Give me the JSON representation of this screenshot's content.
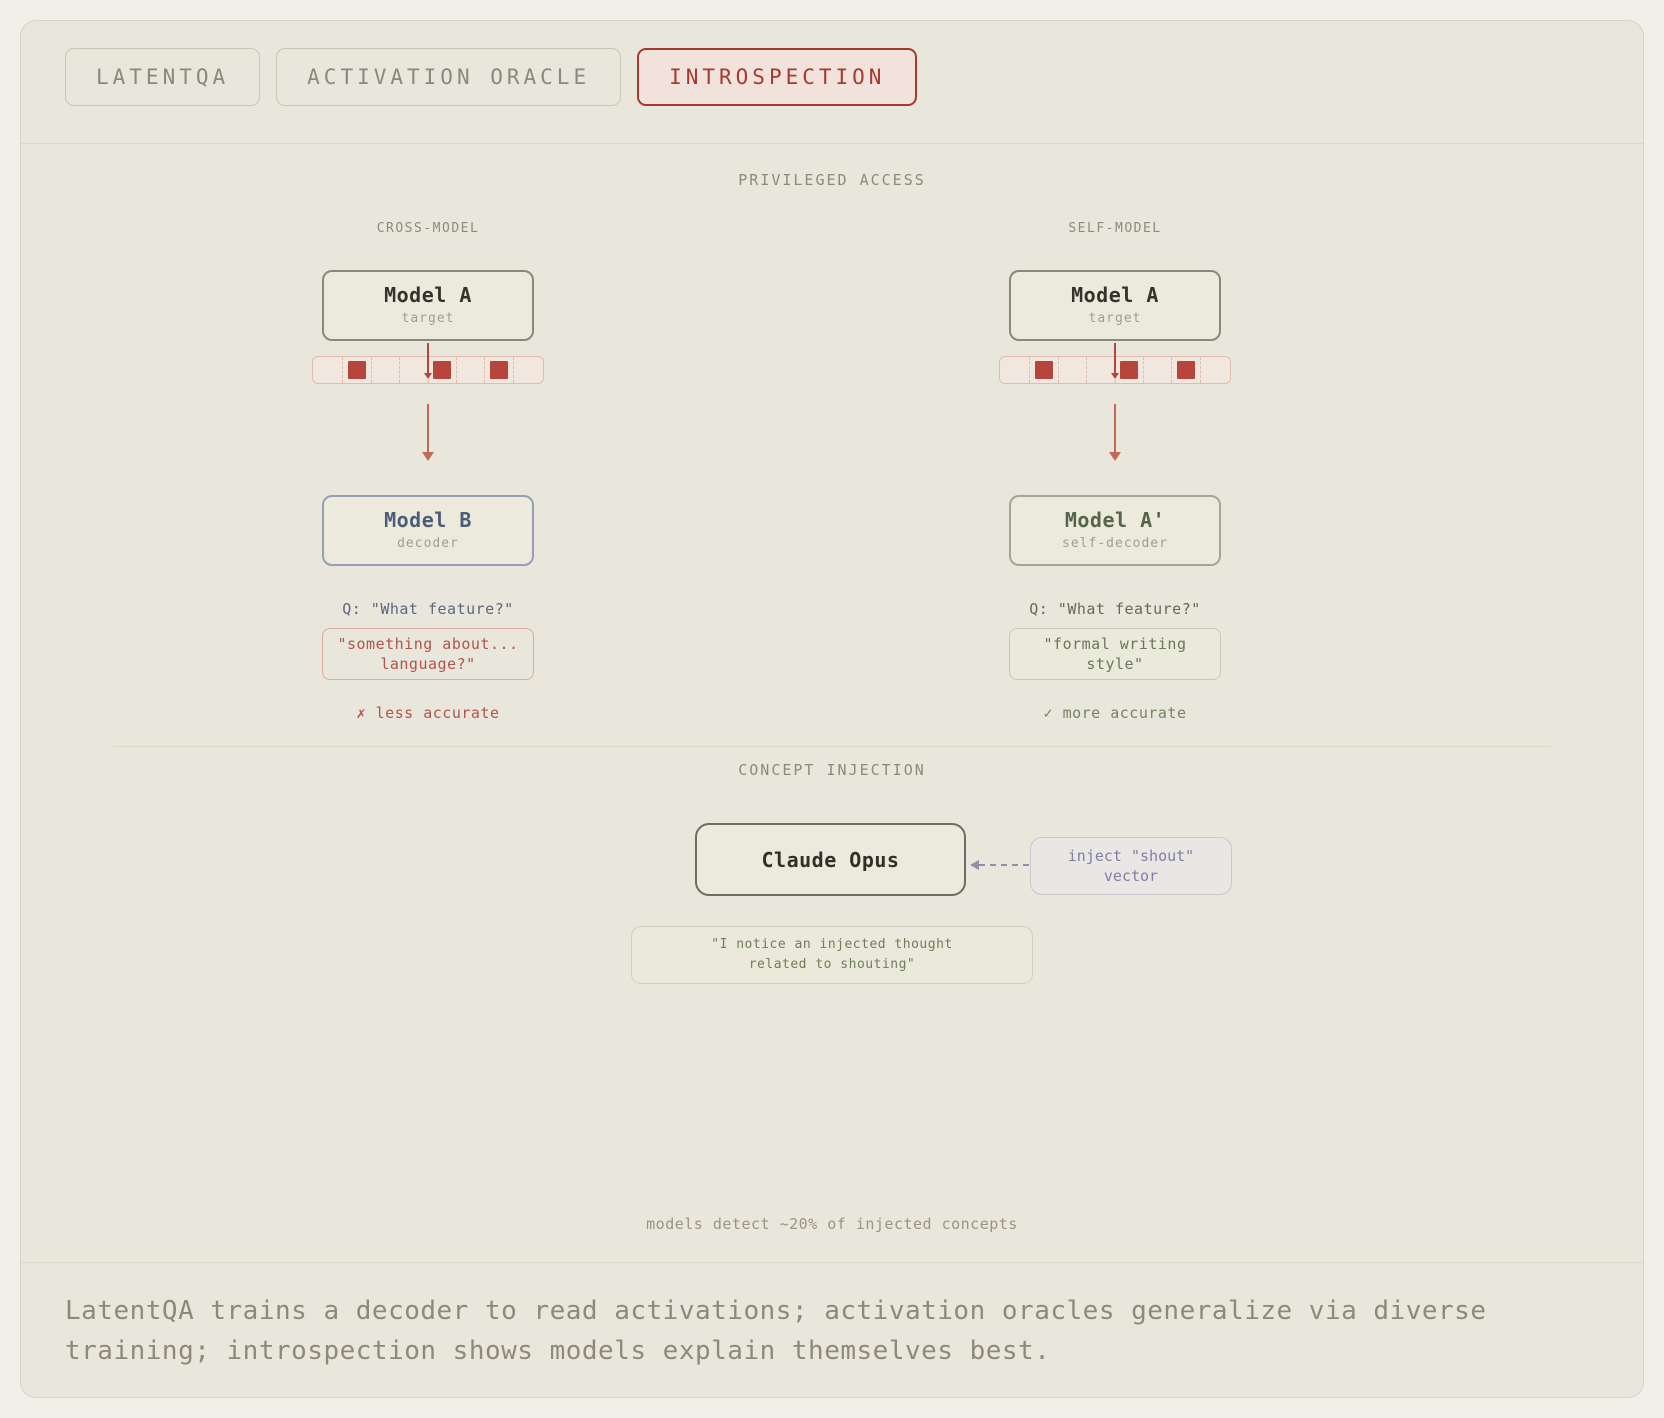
{
  "tabs": [
    {
      "label": "LATENTQA",
      "active": false
    },
    {
      "label": "ACTIVATION ORACLE",
      "active": false
    },
    {
      "label": "INTROSPECTION",
      "active": true
    }
  ],
  "privileged_access": {
    "title": "PRIVILEGED ACCESS",
    "columns": [
      {
        "label": "CROSS-MODEL",
        "target_name": "Model A",
        "target_role": "target",
        "decoder_name": "Model B",
        "decoder_role": "decoder",
        "question": "Q: \"What feature?\"",
        "answer": [
          "\"something about...",
          "language?\""
        ],
        "verdict": "✗ less accurate"
      },
      {
        "label": "SELF-MODEL",
        "target_name": "Model A",
        "target_role": "target",
        "decoder_name": "Model A'",
        "decoder_role": "self-decoder",
        "question": "Q: \"What feature?\"",
        "answer": [
          "\"formal writing",
          "style\""
        ],
        "verdict": "✓ more accurate"
      }
    ]
  },
  "activation_strip": {
    "cells": 8,
    "filled": [
      1,
      4,
      6
    ]
  },
  "concept_injection": {
    "title": "CONCEPT INJECTION",
    "model_name": "Claude Opus",
    "inject_label": [
      "inject \"shout\"",
      "vector"
    ],
    "response": [
      "\"I notice an injected thought",
      "related to shouting\""
    ]
  },
  "footnote": "models detect ~20% of injected concepts",
  "caption": "LatentQA trains a decoder to read activations; activation oracles generalize via diverse training; introspection shows models explain themselves best.",
  "colors": {
    "accent_red": "#a8392f",
    "square_red": "#b6453c",
    "arrow_red": "#c2675b",
    "slate_blue": "#4e5d77",
    "sage_green": "#55644a",
    "inject_purple": "#7f80a6",
    "card_bg": "#e9e6db",
    "page_bg": "#f2efe9"
  }
}
